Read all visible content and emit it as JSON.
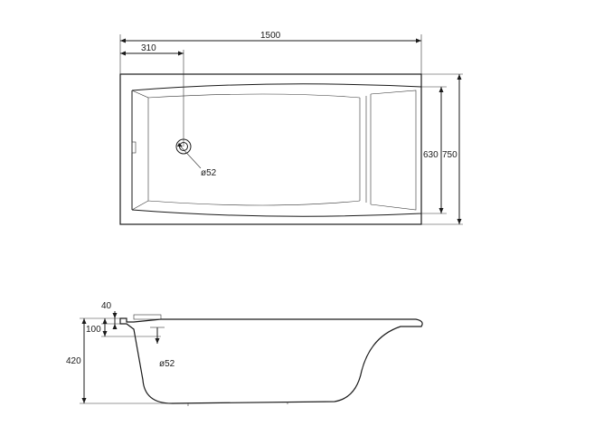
{
  "top_view": {
    "overall_length": "1500",
    "drain_offset": "310",
    "inner_width": "630",
    "overall_width": "750",
    "drain_diameter": "ø52"
  },
  "side_view": {
    "rim_height": "40",
    "drain_depth": "100",
    "total_height": "420",
    "drain_diameter": "ø52"
  }
}
